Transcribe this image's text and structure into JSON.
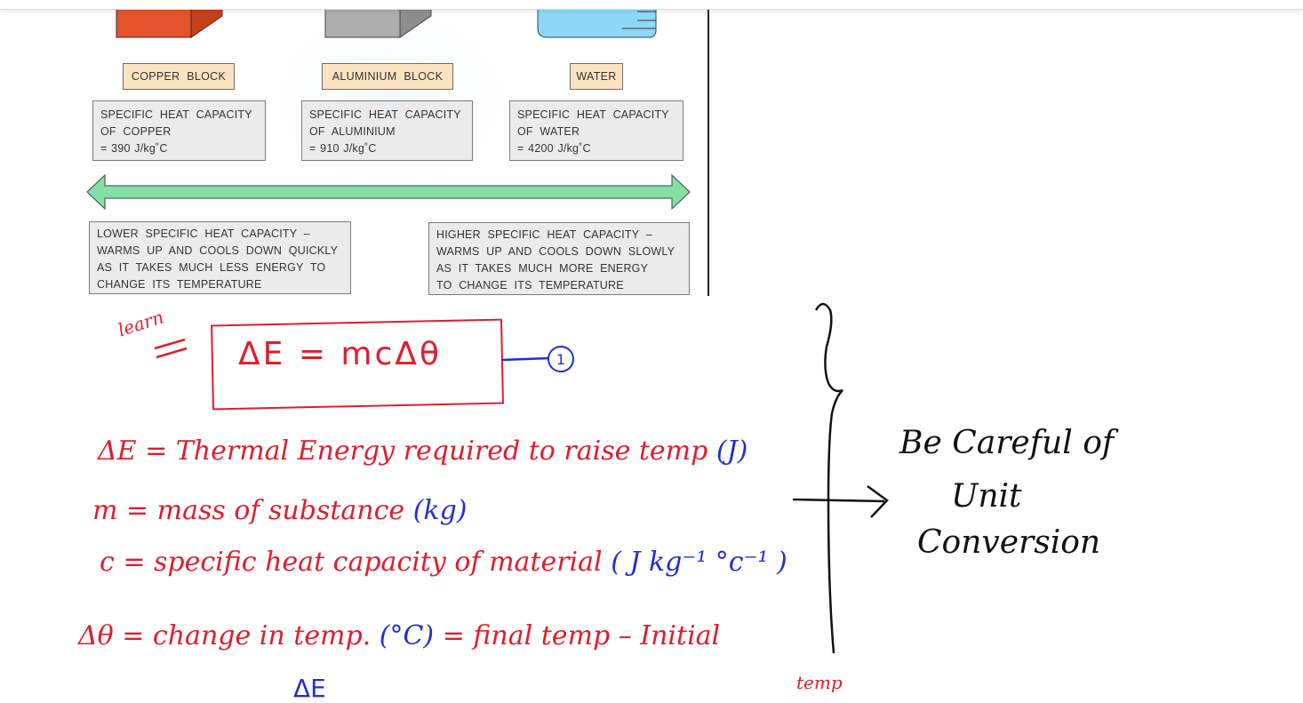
{
  "diagram": {
    "substances": [
      {
        "label": "COPPER  BLOCK",
        "shc_line1": "SPECIFIC  HEAT  CAPACITY",
        "shc_line2": "OF  COPPER",
        "shc_value": "= 390 J/kg˚C",
        "color": "#e3542b"
      },
      {
        "label": "ALUMINIUM  BLOCK",
        "shc_line1": "SPECIFIC  HEAT  CAPACITY",
        "shc_line2": "OF  ALUMINIUM",
        "shc_value": "= 910 J/kg˚C",
        "color": "#a9a9a9"
      },
      {
        "label": "WATER",
        "shc_line1": "SPECIFIC  HEAT  CAPACITY",
        "shc_line2": "OF  WATER",
        "shc_value": "= 4200  J/kg˚C",
        "color": "#8ed8f6"
      }
    ],
    "arrow_color": "#86e0a6",
    "lower": {
      "lines": [
        "LOWER  SPECIFIC  HEAT  CAPACITY –",
        "WARMS  UP  AND  COOLS  DOWN  QUICKLY",
        "AS  IT  TAKES  MUCH  LESS  ENERGY  TO",
        "CHANGE  ITS  TEMPERATURE"
      ]
    },
    "higher": {
      "lines": [
        "HIGHER  SPECIFIC  HEAT  CAPACITY –",
        "WARMS  UP  AND  COOLS  DOWN  SLOWLY",
        "AS  IT  TAKES  MUCH  MORE  ENERGY",
        "TO  CHANGE  ITS  TEMPERATURE"
      ]
    }
  },
  "notes": {
    "learn": "learn",
    "formula": "ΔE = mcΔθ",
    "equation_number": "1",
    "definitions": [
      {
        "lhs": "ΔE = Thermal Energy required to raise temp",
        "unit": "(J)"
      },
      {
        "lhs": "m = mass of substance",
        "unit": "(kg)"
      },
      {
        "lhs": "c = specific heat capacity of material",
        "unit": "( J kg⁻¹ °c⁻¹ )"
      },
      {
        "lhs": "Δθ = change in temp.",
        "unit": "(°C)",
        "rhs": "= final temp – Initial"
      }
    ],
    "initial_suffix": "temp",
    "bottom_partial": "ΔE",
    "side_note": [
      "Be Careful of",
      "Unit",
      "Conversion"
    ],
    "ink_colors": {
      "red": "#e01d2c",
      "blue": "#1f2fd3",
      "black": "#111111"
    }
  }
}
